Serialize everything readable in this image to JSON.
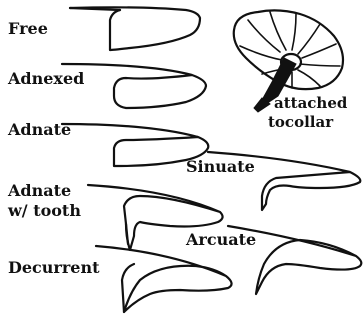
{
  "labels": {
    "free": "Free",
    "adnexed": "Adnexed",
    "adnate": "Adnate",
    "sinuate": "Sinuate",
    "adnate_tooth_line1": "Adnate",
    "adnate_tooth_line2": "w/ tooth",
    "arcuate": "Arcuate",
    "decurrent": "Decurrent",
    "collar_line1": "attached",
    "collar_line2": "tocollar"
  },
  "colors": {
    "ink": "#111111",
    "background": "#ffffff"
  }
}
